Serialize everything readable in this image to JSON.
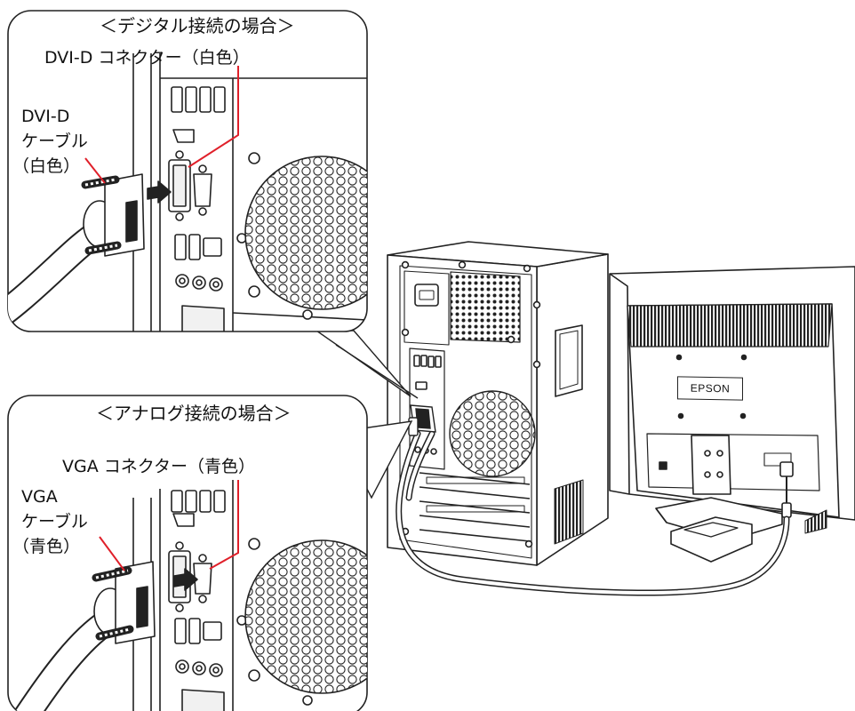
{
  "digital": {
    "title": "＜デジタル接続の場合＞",
    "connector_label": "DVI-D コネクター（白色）",
    "cable_label": [
      "DVI-D",
      "ケーブル",
      "（白色）"
    ]
  },
  "analog": {
    "title": "＜アナログ接続の場合＞",
    "connector_label": "VGA コネクター（青色）",
    "cable_label": [
      "VGA",
      "ケーブル",
      "（青色）"
    ]
  },
  "monitor": {
    "brand": "EPSON"
  },
  "colors": {
    "leader_line": "#e0202a",
    "outline": "#222222",
    "fill": "#ffffff",
    "shade": "#f1f1f1"
  }
}
